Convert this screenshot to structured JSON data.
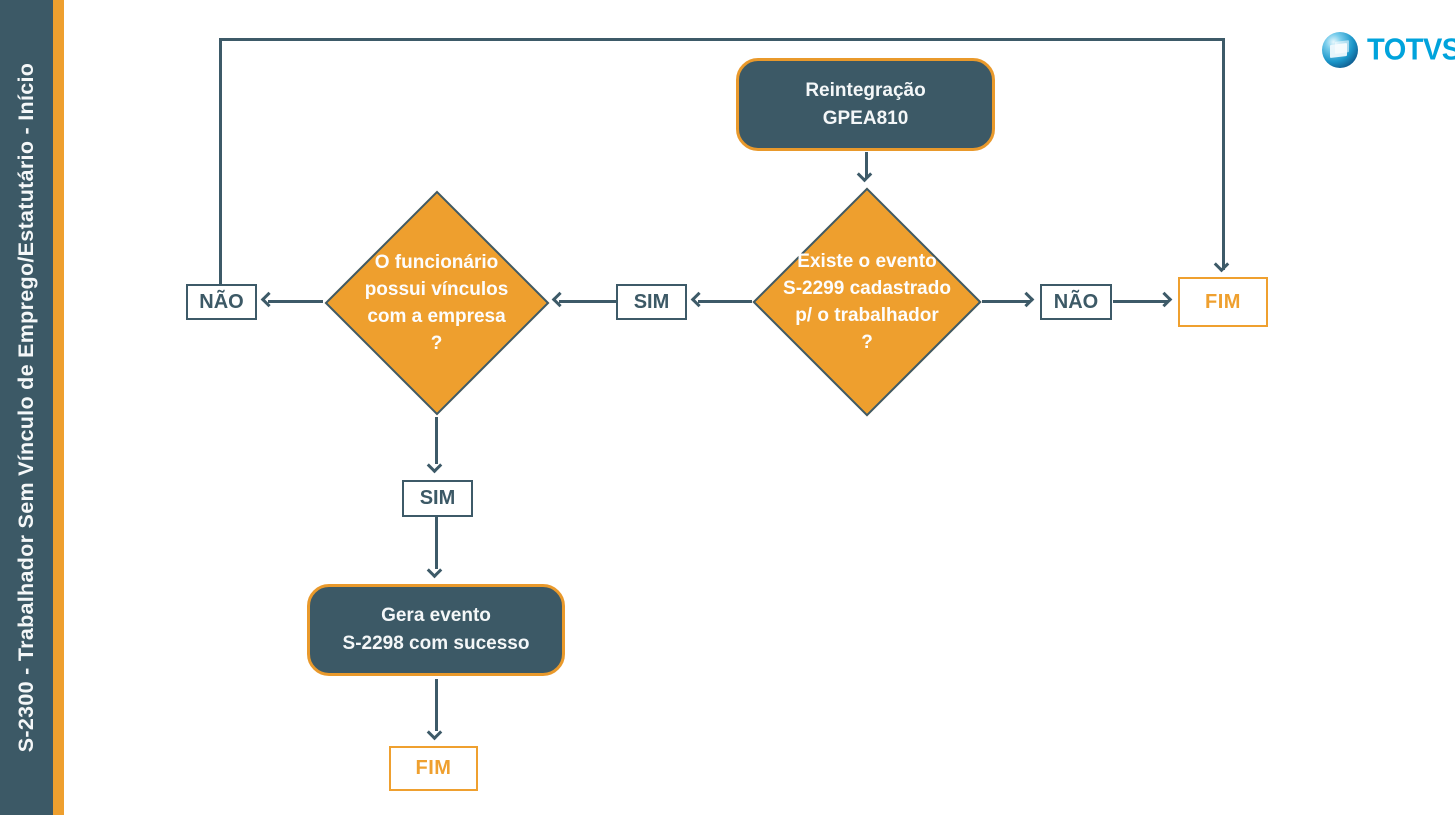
{
  "sidebar": {
    "title": "S-2300 - Trabalhador Sem Vínculo de Emprego/Estatutário - Início"
  },
  "logo": {
    "brand": "TOTVS"
  },
  "colors": {
    "teal": "#3C5966",
    "line": "#3D5A68",
    "orange_fill": "#EE9F2E",
    "orange_border": "#E9992B",
    "fim_orange": "#EFA02F",
    "logo_blue": "#00A3DC"
  },
  "flowchart": {
    "start_node": {
      "line1": "Reintegração",
      "line2": "GPEA810"
    },
    "decision_s2299": {
      "line1": "Existe o evento",
      "line2": "S-2299 cadastrado",
      "line3": "p/ o trabalhador",
      "line4": "?"
    },
    "decision_vinculos": {
      "line1": "O funcionário",
      "line2": "possui vínculos",
      "line3": "com a empresa",
      "line4": "?"
    },
    "label_nao_left": "NÃO",
    "label_sim_middle": "SIM",
    "label_nao_right": "NÃO",
    "label_sim_bottom": "SIM",
    "process_node": {
      "line1": "Gera evento",
      "line2": "S-2298 com sucesso"
    },
    "end_top": "FIM",
    "end_bottom": "FIM"
  }
}
